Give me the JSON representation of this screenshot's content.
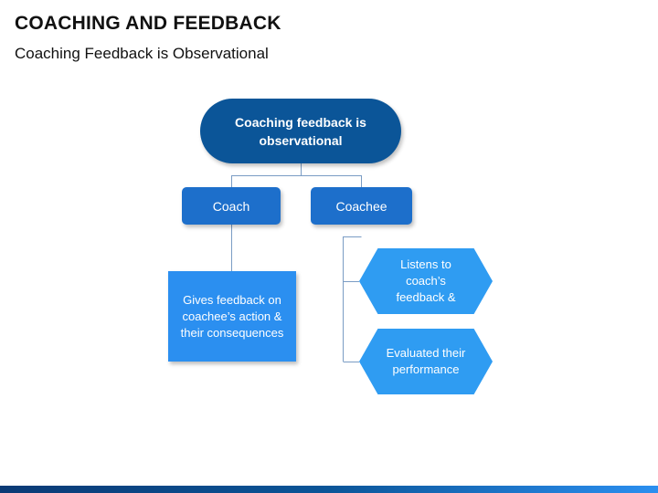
{
  "header": {
    "title": "COACHING AND FEEDBACK",
    "subtitle": "Coaching Feedback is Observational"
  },
  "diagram": {
    "root": "Coaching feedback is observational",
    "coach": {
      "label": "Coach",
      "detail": "Gives feedback on coachee’s action & their consequences"
    },
    "coachee": {
      "label": "Coachee",
      "items": [
        "Listens to coach’s feedback &",
        "Evaluated their performance"
      ]
    }
  },
  "colors": {
    "root_fill": "#0b5598",
    "level_fill": "#1d6fcb",
    "box_fill": "#2b8ff0",
    "hexagon_fill": "#2f9cf2",
    "connector": "#7a9cc4"
  }
}
